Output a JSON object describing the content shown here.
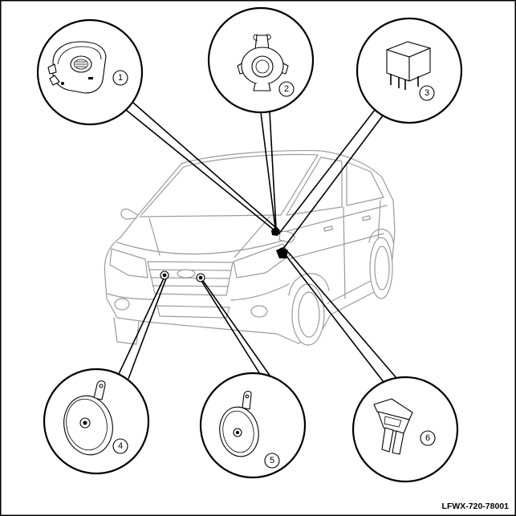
{
  "figure_id": "LFWX-720-78001",
  "colors": {
    "line": "#000000",
    "car": "#9b9b9b",
    "background": "#ffffff"
  },
  "callouts": [
    {
      "label": "1",
      "icon": "airbag-module-icon"
    },
    {
      "label": "2",
      "icon": "clock-spring-icon"
    },
    {
      "label": "3",
      "icon": "relay-icon"
    },
    {
      "label": "4",
      "icon": "horn-icon"
    },
    {
      "label": "5",
      "icon": "horn-icon"
    },
    {
      "label": "6",
      "icon": "fuse-icon"
    }
  ]
}
